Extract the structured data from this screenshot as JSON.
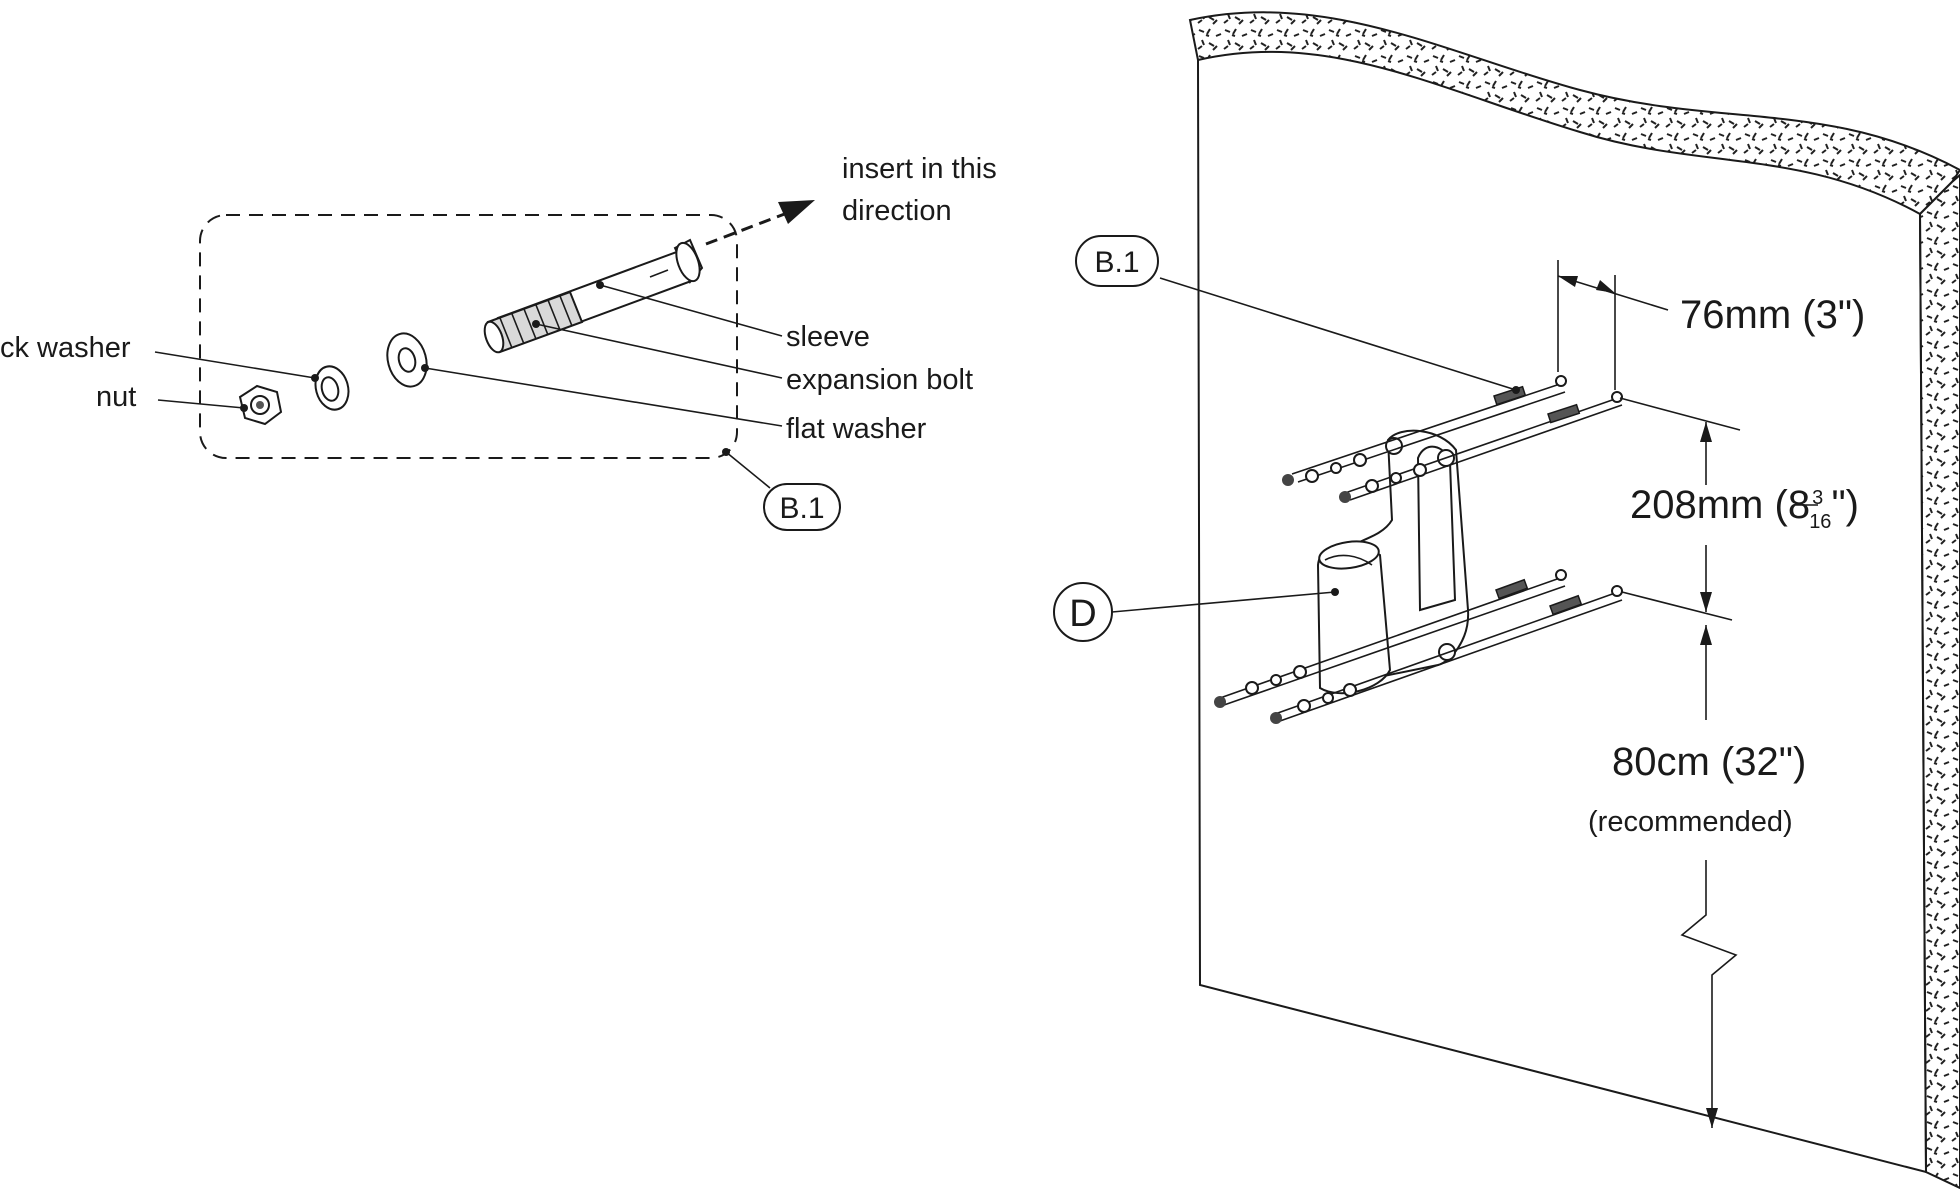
{
  "detail": {
    "direction_label_line1": "insert in this",
    "direction_label_line2": "direction",
    "labels": {
      "sleeve": "sleeve",
      "expansion_bolt": "expansion bolt",
      "flat_washer": "flat washer",
      "lock_washer": "ck washer",
      "nut": "nut"
    },
    "callout": "B.1"
  },
  "assembly": {
    "callout_b1": "B.1",
    "callout_d": "D",
    "dim_horizontal": "76mm (3\")",
    "dim_vertical_prefix": "208mm (8",
    "dim_vertical_frac_num": "3",
    "dim_vertical_frac_den": "16",
    "dim_vertical_suffix": "\")",
    "dim_height": "80cm (32\")",
    "dim_height_note": "(recommended)"
  },
  "colors": {
    "line": "#1a1a1a",
    "fill_part": "#d9d9d9",
    "background": "#ffffff"
  }
}
